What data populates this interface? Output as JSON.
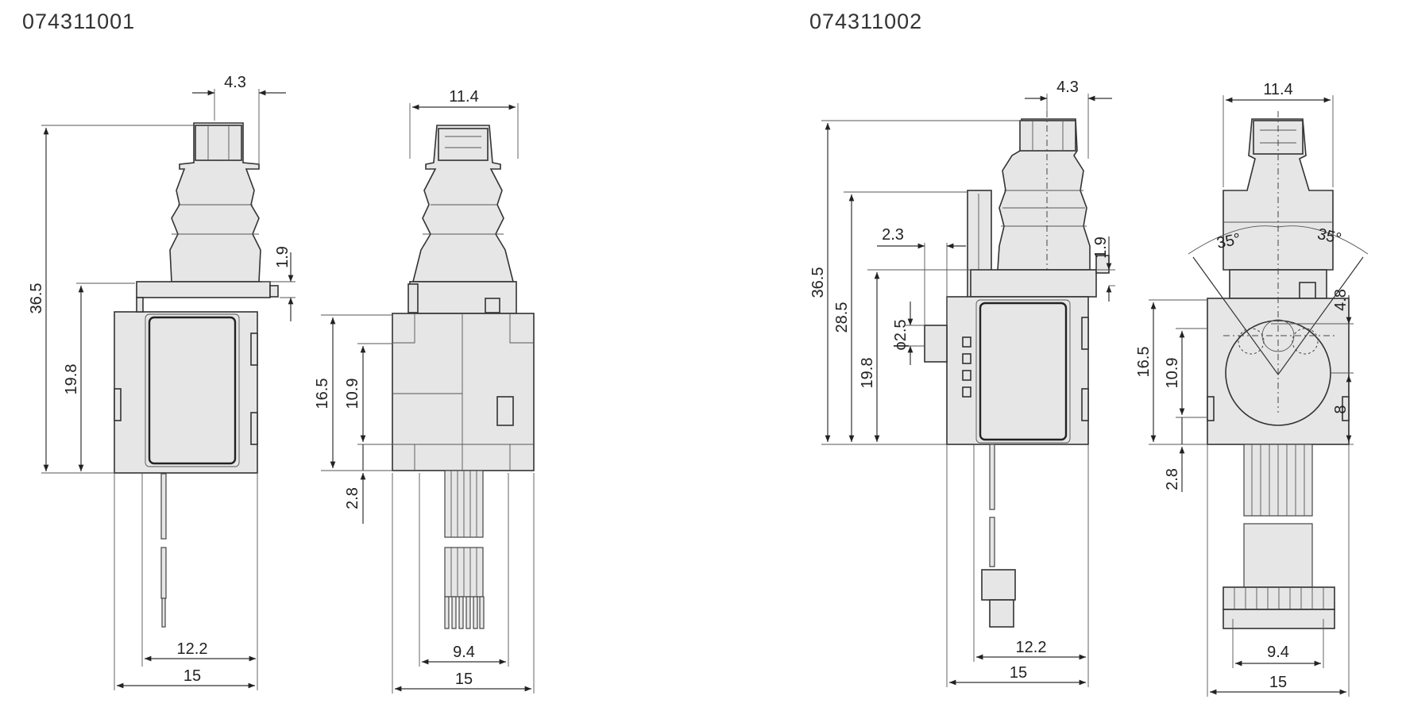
{
  "parts": [
    {
      "id": "074311001",
      "dimensions": {
        "top_offset": "4.3",
        "overall_height": "36.5",
        "body_height": "19.8",
        "flange_step": "1.9",
        "pin_span": "12.2",
        "width_side": "15",
        "top_width": "11.4",
        "front_height": "16.5",
        "window_height": "10.9",
        "pin_length": "2.8",
        "pin_pitch_span": "9.4",
        "width_front": "15"
      }
    },
    {
      "id": "074311002",
      "dimensions": {
        "top_offset": "4.3",
        "overall_height": "36.5",
        "lever_height": "28.5",
        "body_height": "19.8",
        "pin_offset": "2.3",
        "hole_diameter": "ϕ2.5",
        "flange_step": "1.9",
        "pin_span": "12.2",
        "width_side": "15",
        "top_width": "11.4",
        "angle_left": "35°",
        "angle_right": "35°",
        "front_height": "16.5",
        "window_height": "10.9",
        "pin_length": "2.8",
        "right_upper": "4.8",
        "right_lower": "8",
        "pin_pitch_span": "9.4",
        "width_front": "15"
      }
    }
  ]
}
